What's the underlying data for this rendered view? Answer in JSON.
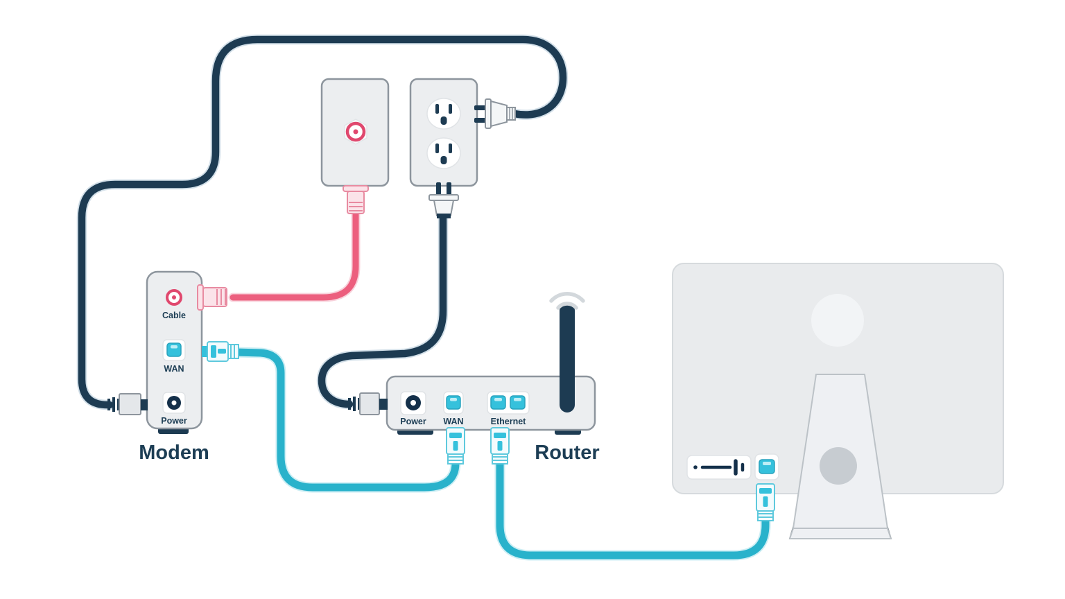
{
  "colors": {
    "background": "#ffffff",
    "power_cable": "#1d3b52",
    "coax_cable": "#ec5f7e",
    "coax_accent": "#e0486e",
    "ethernet_cable": "#29b2cb",
    "ethernet_port": "#35c1dc",
    "device_fill": "#eceef0",
    "device_border": "#8d959d",
    "label_text": "#1c3d54",
    "monitor_fill": "#e9ebed",
    "wifi_arc": "#d3d8dc"
  },
  "modem": {
    "label": "Modem",
    "ports": {
      "cable": "Cable",
      "wan": "WAN",
      "power": "Power"
    }
  },
  "router": {
    "label": "Router",
    "ports": {
      "power": "Power",
      "wan": "WAN",
      "ethernet": "Ethernet"
    }
  }
}
